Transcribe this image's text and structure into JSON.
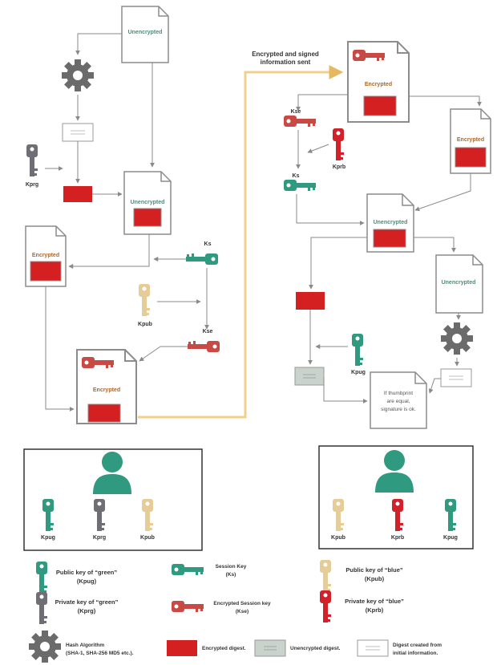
{
  "colors": {
    "green_key": "#2f9a80",
    "grey_key": "#6e6e74",
    "cream_key": "#e6cc96",
    "red_key": "#d1222b",
    "encrypted_red": "#d42020",
    "unencrypted_box": "#c9d3cc",
    "arrow_orange": "#f1d08e",
    "person_green": "#2f9a80"
  },
  "sender": {
    "doc_unencrypted_top": "Unencrypted",
    "doc_unencrypted_mid": "Unencrypted",
    "doc_encrypted_left": "Encrypted",
    "doc_encrypted_bottom": "Encrypted",
    "kprg": "Kprg",
    "ks": "Ks",
    "kpub": "Kpub",
    "kse": "Kse"
  },
  "transfer": {
    "line1": "Encrypted and signed",
    "line2": "information sent"
  },
  "receiver": {
    "doc_encrypted_top": "Encrypted",
    "doc_encrypted_right": "Encrypted",
    "doc_unencrypted_mid": "Unencrypted",
    "doc_unencrypted_right": "Unencrypted",
    "kse": "Kse",
    "kprb": "Kprb",
    "ks": "Ks",
    "kpug": "Kpug",
    "compare_line1": "If thumbprint",
    "compare_line2": "are equal,",
    "compare_line3": "signature is ok."
  },
  "box_green": {
    "kpug": "Kpug",
    "kprg": "Kprg",
    "kpub": "Kpub"
  },
  "box_blue": {
    "kpub": "Kpub",
    "kprb": "Kprb",
    "kpug": "Kpug"
  },
  "legend": {
    "pub_green_1": "Public key of “green”",
    "pub_green_2": "(Kpug)",
    "session_1": "Session Key",
    "session_2": "(Ks)",
    "pub_blue_1": "Public key of “blue”",
    "pub_blue_2": "(Kpub)",
    "priv_green_1": "Private key of “green”",
    "priv_green_2": "(Kprg)",
    "enc_session_1": "Encrypted Session key",
    "enc_session_2": "(Kse)",
    "priv_blue_1": "Private key of “blue”",
    "priv_blue_2": "(Kprb)",
    "hash_1": "Hash Algorithm",
    "hash_2": "(SHA-1, SHA-256 MD5 etc.).",
    "enc_digest": "Encrypted digest.",
    "unenc_digest": "Unencrypted digest.",
    "created_1": "Digest created from",
    "created_2": "initial information."
  }
}
